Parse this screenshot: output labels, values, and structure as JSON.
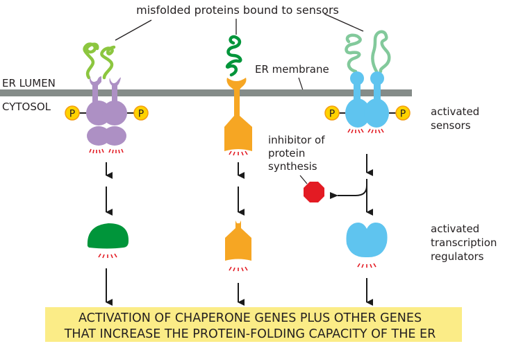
{
  "title_label": "misfolded proteins bound to sensors",
  "compartments": {
    "lumen": "ER LUMEN",
    "cytosol": "CYTOSOL",
    "membrane": "ER membrane"
  },
  "side_labels": {
    "activated_sensors": [
      "activated",
      "sensors"
    ],
    "activated_regulators": [
      "activated",
      "transcription",
      "regulators"
    ]
  },
  "inhibitor_label": [
    "inhibitor of",
    "protein",
    "synthesis"
  ],
  "phosphate_label": "P",
  "result_box": {
    "line1": "ACTIVATION OF CHAPERONE GENES PLUS OTHER GENES",
    "line2": "THAT INCREASE THE PROTEIN-FOLDING CAPACITY OF THE ER"
  },
  "colors": {
    "membrane": "#858c89",
    "sensor1": "#ad90c4",
    "sensor2": "#f6a623",
    "sensor3": "#5fc4ef",
    "misfolded_light": "#8cc63f",
    "misfolded_dark": "#00953a",
    "misfolded_pale": "#82c99b",
    "regulator1": "#00953a",
    "inhibitor": "#e31b23",
    "phosphate_fill": "#ffd200",
    "phosphate_ring": "#f39c12",
    "box": "#fbec87"
  }
}
